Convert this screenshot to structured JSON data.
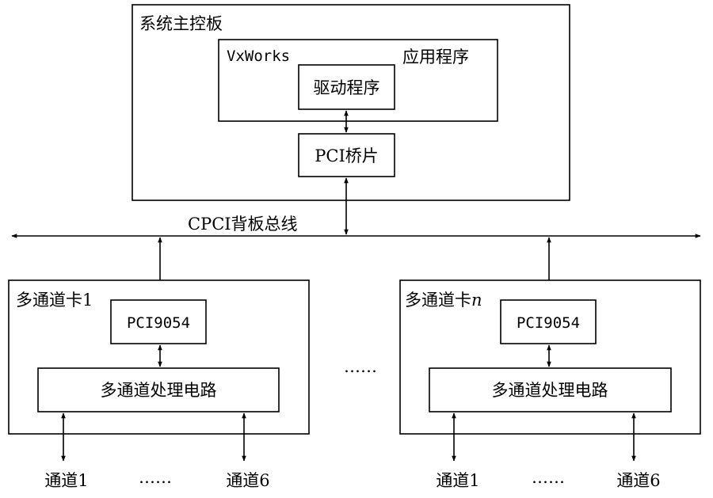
{
  "main_board": {
    "title": "系统主控板",
    "os_label": "VxWorks",
    "app_label": "应用程序",
    "driver_label": "驱动程序",
    "bridge_label": "PCI桥片"
  },
  "bus": {
    "label": "CPCI背板总线"
  },
  "cards": [
    {
      "title_prefix": "多通道卡",
      "title_suffix": "1",
      "chip_label": "PCI9054",
      "circuit_label": "多通道处理电路",
      "channel_first": "通道1",
      "channel_ellipsis": "……",
      "channel_last": "通道6"
    },
    {
      "title_prefix": "多通道卡",
      "title_suffix": "n",
      "chip_label": "PCI9054",
      "circuit_label": "多通道处理电路",
      "channel_first": "通道1",
      "channel_ellipsis": "……",
      "channel_last": "通道6"
    }
  ],
  "between_cards_ellipsis": "……"
}
